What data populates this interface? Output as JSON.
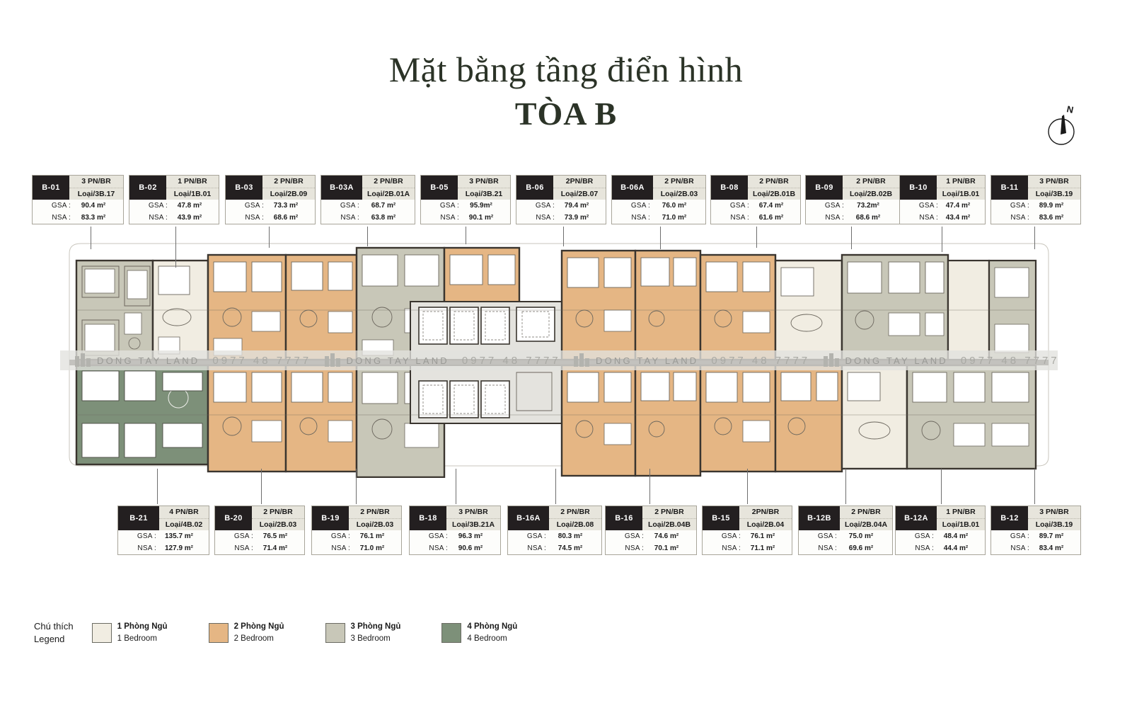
{
  "title": {
    "line1": "Mặt bằng tầng điển hình",
    "line2": "TÒA B"
  },
  "compass": {
    "north_label": "N",
    "icon": "compass-north-icon"
  },
  "labels": {
    "gsa": "GSA :",
    "nsa": "NSA :"
  },
  "units_top": [
    {
      "code": "B-01",
      "type": "3 PN/BR",
      "loai": "Loại/3B.17",
      "gsa": "90.4 m²",
      "nsa": "83.3 m²"
    },
    {
      "code": "B-02",
      "type": "1 PN/BR",
      "loai": "Loại/1B.01",
      "gsa": "47.8 m²",
      "nsa": "43.9 m²"
    },
    {
      "code": "B-03",
      "type": "2 PN/BR",
      "loai": "Loại/2B.09",
      "gsa": "73.3 m²",
      "nsa": "68.6 m²"
    },
    {
      "code": "B-03A",
      "type": "2 PN/BR",
      "loai": "Loại/2B.01A",
      "gsa": "68.7 m²",
      "nsa": "63.8 m²"
    },
    {
      "code": "B-05",
      "type": "3 PN/BR",
      "loai": "Loại/3B.21",
      "gsa": "95.9m²",
      "nsa": "90.1 m²"
    },
    {
      "code": "B-06",
      "type": "2PN/BR",
      "loai": "Loại/2B.07",
      "gsa": "79.4 m²",
      "nsa": "73.9 m²"
    },
    {
      "code": "B-06A",
      "type": "2 PN/BR",
      "loai": "Loại/2B.03",
      "gsa": "76.0 m²",
      "nsa": "71.0 m²"
    },
    {
      "code": "B-08",
      "type": "2 PN/BR",
      "loai": "Loại/2B.01B",
      "gsa": "67.4 m²",
      "nsa": "61.6 m²"
    },
    {
      "code": "B-09",
      "type": "2 PN/BR",
      "loai": "Loại/2B.02B",
      "gsa": "73.2m²",
      "nsa": "68.6 m²"
    },
    {
      "code": "B-10",
      "type": "1 PN/BR",
      "loai": "Loại/1B.01",
      "gsa": "47.4 m²",
      "nsa": "43.4 m²"
    },
    {
      "code": "B-11",
      "type": "3 PN/BR",
      "loai": "Loại/3B.19",
      "gsa": "89.9 m²",
      "nsa": "83.6 m²"
    }
  ],
  "units_bottom": [
    {
      "code": "B-21",
      "type": "4 PN/BR",
      "loai": "Loại/4B.02",
      "gsa": "135.7 m²",
      "nsa": "127.9 m²"
    },
    {
      "code": "B-20",
      "type": "2 PN/BR",
      "loai": "Loại/2B.03",
      "gsa": "76.5 m²",
      "nsa": "71.4 m²"
    },
    {
      "code": "B-19",
      "type": "2 PN/BR",
      "loai": "Loại/2B.03",
      "gsa": "76.1 m²",
      "nsa": "71.0 m²"
    },
    {
      "code": "B-18",
      "type": "3 PN/BR",
      "loai": "Loại/3B.21A",
      "gsa": "96.3 m²",
      "nsa": "90.6 m²"
    },
    {
      "code": "B-16A",
      "type": "2 PN/BR",
      "loai": "Loại/2B.08",
      "gsa": "80.3 m²",
      "nsa": "74.5 m²"
    },
    {
      "code": "B-16",
      "type": "2 PN/BR",
      "loai": "Loại/2B.04B",
      "gsa": "74.6 m²",
      "nsa": "70.1 m²"
    },
    {
      "code": "B-15",
      "type": "2PN/BR",
      "loai": "Loại/2B.04",
      "gsa": "76.1 m²",
      "nsa": "71.1 m²"
    },
    {
      "code": "B-12B",
      "type": "2 PN/BR",
      "loai": "Loại/2B.04A",
      "gsa": "75.0 m²",
      "nsa": "69.6 m²"
    },
    {
      "code": "B-12A",
      "type": "1 PN/BR",
      "loai": "Loại/1B.01",
      "gsa": "48.4 m²",
      "nsa": "44.4 m²"
    },
    {
      "code": "B-12",
      "type": "3 PN/BR",
      "loai": "Loại/3B.19",
      "gsa": "89.7 m²",
      "nsa": "83.4 m²"
    }
  ],
  "watermark": {
    "brand": "DONG TAY LAND",
    "phone": "0977 48 7777",
    "repeats": 4
  },
  "legend": {
    "title_vn": "Chú thích",
    "title_en": "Legend",
    "items": [
      {
        "vn": "1 Phòng Ngủ",
        "en": "1 Bedroom",
        "color": "#f1ede2"
      },
      {
        "vn": "2 Phòng Ngủ",
        "en": "2 Bedroom",
        "color": "#e5b684"
      },
      {
        "vn": "3 Phòng Ngủ",
        "en": "3 Bedroom",
        "color": "#c8c7b8"
      },
      {
        "vn": "4 Phòng Ngủ",
        "en": "4 Bedroom",
        "color": "#7d9079"
      }
    ]
  },
  "colors": {
    "bg": "#ffffff",
    "ink": "#231f20",
    "card_header": "#e7e5dc",
    "card_border": "#a8a59a",
    "title": "#2b3327",
    "br1": "#f1ede2",
    "br2": "#e5b684",
    "br3": "#c8c7b8",
    "br4": "#7d9079",
    "core": "#e4e3de",
    "wall": "#3a352f"
  }
}
